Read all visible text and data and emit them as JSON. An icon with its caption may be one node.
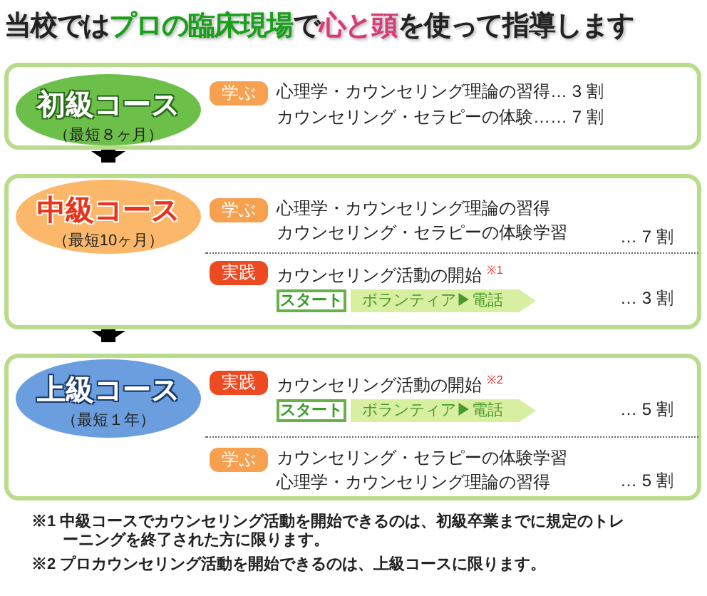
{
  "diagram": {
    "title": "当校では**プロの臨床現場**で**心と頭**を使って指導します",
    "nodes": [
      {
        "text": [],
        "shape": "box"
      },
      {
        "text": [
          "初級コース",
          "（最短８ヶ月）"
        ],
        "in": 0
      },
      {
        "text": [
          "学ぶ"
        ],
        "in": 0,
        "beside": [
          "心理学・カウンセリング理論の習得… 3 割",
          "カウンセリング・セラピーの体験…… 7 割"
        ]
      },
      {
        "text": [],
        "shape": "box"
      },
      {
        "text": [
          "中級コース",
          "（最短10ヶ月）"
        ],
        "in": 3
      },
      {
        "text": [
          "学ぶ"
        ],
        "in": 3,
        "beside": [
          "心理学・カウンセリング理論の習得",
          "カウンセリング・セラピーの体験学習"
        ]
      },
      {
        "text": [
          "実践"
        ],
        "in": 3,
        "beside": [
          "カウンセリング活動の開始 $^{※1}$"
        ]
      },
      {
        "text": [
          "スタート"
        ],
        "in": 3
      },
      {
        "text": [
          "ボランティア▶電話"
        ],
        "in": 3
      },
      {
        "text": [],
        "shape": "box"
      },
      {
        "text": [
          "上級コース",
          "（最短１年）"
        ],
        "in": 9
      },
      {
        "text": [
          "実践"
        ],
        "in": 9,
        "beside": [
          "カウンセリング活動の開始 $^{※2}$"
        ]
      },
      {
        "text": [
          "スタート"
        ],
        "in": 9
      },
      {
        "text": [
          "ボランティア▶電話"
        ],
        "in": 9
      },
      {
        "text": [
          "学ぶ"
        ],
        "in": 9,
        "beside": [
          "カウンセリング・セラピーの体験学習",
          "心理学・カウンセリング理論の習得"
        ]
      }
    ],
    "edges": [
      {
        "from": 0,
        "to": 3,
        "arrow": "to"
      },
      {
        "from": 3,
        "to": 9,
        "arrow": "to"
      }
    ],
    "labels": [
      "… 7 割",
      "… 3 割",
      "… 5 割",
      "… 5 割",
      "※1 中級コースでカウンセリング活動を開始できるのは、初級卒業までに規定のトレーニングを終了された方に限ります。",
      "※2 プロカウンセリング活動を開始できるのは、上級コースに限ります。"
    ]
  }
}
